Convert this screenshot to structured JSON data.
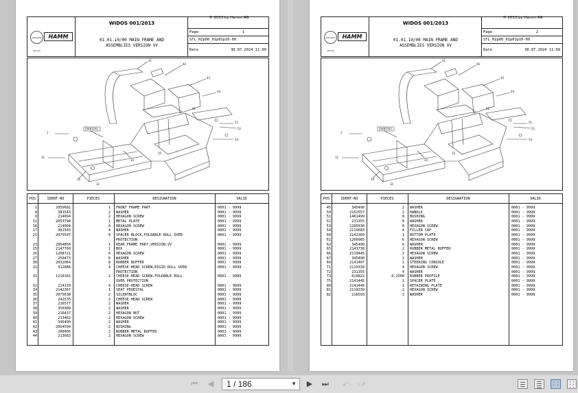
{
  "header": {
    "system": "WIDOS 001/2013",
    "copyright": "© 2013 by Hamm AG",
    "title_line1": "01.01.10/00 MAIN FRAME AND",
    "title_line2": "ASSEMBLIES  VERSION VV",
    "page_label": "Page",
    "doc_code": "STL_H2p00_01p01p10-00",
    "date_label": "Date",
    "date_value": "30.07.2024   11:09",
    "brand": "HAMM",
    "sub_brand": "WIRTGEN GROUP"
  },
  "figure": {
    "ref_box": "[SKB100]"
  },
  "table_headers": {
    "pos": "POS",
    "ident": "IDENT-NO",
    "pieces": "PIECES",
    "designation": "DESIGNATION",
    "valid": "VALID"
  },
  "pages": [
    {
      "page_no": "1",
      "rows": [
        [
          "2",
          "2059681",
          "1",
          "FRONT FRAME PART",
          "0001 - 9999"
        ],
        [
          "8",
          "381543",
          "2",
          "WASHER",
          "0001 - 9999"
        ],
        [
          "9",
          "214094",
          "2",
          "HEXAGON SCREW",
          "0001 - 9999"
        ],
        [
          "11",
          "2053794",
          "1",
          "METAL PLATE",
          "0001 - 9999"
        ],
        [
          "16",
          "214094",
          "4",
          "HEXAGON SCREW",
          "0001 - 9999"
        ],
        [
          "17",
          "381543",
          "4",
          "WASHER",
          "0001 - 9999"
        ],
        [
          "21",
          "2075597",
          "4",
          "SPACER BLOCK,FOLDABLE ROLL OVER",
          "0001 - 9999"
        ],
        [
          "",
          "",
          "",
          "PROTECTION",
          ""
        ],
        [
          "23",
          "2064856",
          "1",
          "REAR FRAME PART,VERSION,VV",
          "0001 - 9999"
        ],
        [
          "25",
          "2147760",
          "1",
          "BOX",
          "0001 - 9999"
        ],
        [
          "26",
          "1208721",
          "6",
          "HEXAGON SCREW",
          "0001 - 9999"
        ],
        [
          "27",
          "250473",
          "6",
          "WASHER",
          "0001 - 9999"
        ],
        [
          "30",
          "2032064",
          "8",
          "RUBBER BUFFER",
          "0001 - 9999"
        ],
        [
          "31",
          "312886",
          "4",
          "CHEESE-HEAD SCREW,RIGID ROLL OVER",
          "0001 - 9999"
        ],
        [
          "",
          "",
          "",
          "PROTECTION",
          ""
        ],
        [
          "31",
          "1210181",
          "2",
          "CHEESE-HEAD SCREW,FOLDABLE ROLL",
          "0001 - 9999"
        ],
        [
          "",
          "",
          "",
          "OVER PROTECTION",
          ""
        ],
        [
          "32",
          "214139",
          "4",
          "CHEESE-HEAD SCREW",
          "0001 - 9999"
        ],
        [
          "34",
          "2142367",
          "1",
          "SEAT PEDESTAL",
          "0001 - 9999"
        ],
        [
          "35",
          "2075638",
          "2",
          "SILENTBLOC",
          "0001 - 9999"
        ],
        [
          "36",
          "242535",
          "2",
          "CHEESE-HEAD SCREW",
          "0001 - 9999"
        ],
        [
          "37",
          "216577",
          "2",
          "WASHER",
          "0001 - 9999"
        ],
        [
          "38",
          "350389",
          "2",
          "WASHER",
          "0001 - 9999"
        ],
        [
          "39",
          "216437",
          "2",
          "HEXAGON NUT",
          "0001 - 9999"
        ],
        [
          "40",
          "213462",
          "2",
          "HEXAGON SCREW",
          "0001 - 9999"
        ],
        [
          "41",
          "345490",
          "2",
          "WASHER",
          "0001 - 9999"
        ],
        [
          "42",
          "2064594",
          "2",
          "BUSHING",
          "0001 - 9999"
        ],
        [
          "43",
          "200956",
          "2",
          "RUBBER METAL BUFFER",
          "0001 - 9999"
        ],
        [
          "44",
          "213683",
          "2",
          "HEXAGON SCREW",
          "0001 - 9999"
        ]
      ]
    },
    {
      "page_no": "2",
      "rows": [
        [
          "45",
          "345490",
          "2",
          "WASHER",
          "0001 - 9999"
        ],
        [
          "50",
          "2152557",
          "2",
          "HANDLE",
          "0001 - 9999"
        ],
        [
          "51",
          "1461499",
          "8",
          "BUSHING",
          "0001 - 9999"
        ],
        [
          "52",
          "231355",
          "8",
          "WASHER",
          "0001 - 9999"
        ],
        [
          "53",
          "1209930",
          "8",
          "HEXAGON SCREW",
          "0001 - 9999"
        ],
        [
          "54",
          "2119683",
          "4",
          "FILLER CAP",
          "0001 - 9999"
        ],
        [
          "60",
          "2142360",
          "1",
          "BOTTOM PLATE",
          "0001 - 9999"
        ],
        [
          "61",
          "1209965",
          "6",
          "HEXAGON SCREW",
          "0001 - 9999"
        ],
        [
          "62",
          "345490",
          "6",
          "WASHER",
          "0001 - 9999"
        ],
        [
          "65",
          "2143738",
          "2",
          "RUBBER METAL BUFFER",
          "0001 - 9999"
        ],
        [
          "66",
          "2119445",
          "2",
          "HEXAGON SCREW",
          "0001 - 9999"
        ],
        [
          "67",
          "345490",
          "2",
          "WASHER",
          "0001 - 9999"
        ],
        [
          "69",
          "2141407",
          "1",
          "STEERING CONSOLE",
          "0001 - 9999"
        ],
        [
          "71",
          "2119339",
          "4",
          "HEXAGON SCREW",
          "0001 - 9999"
        ],
        [
          "72",
          "231355",
          "4",
          "WASHER",
          "0001 - 9999"
        ],
        [
          "73",
          "614822",
          "0,2500",
          "RUBBER PROFILE",
          "0001 - 9999"
        ],
        [
          "75",
          "2141445",
          "1",
          "SPACER PLATE",
          "0001 - 9999"
        ],
        [
          "80",
          "2141446",
          "1",
          "RETAINING PLATE",
          "0001 - 9999"
        ],
        [
          "81",
          "2119339",
          "2",
          "HEXAGON SCREW",
          "0001 - 9999"
        ],
        [
          "82",
          "216593",
          "2",
          "WASHER",
          "0001 - 9999"
        ]
      ]
    }
  ],
  "toolbar": {
    "page_indicator": "1 / 186"
  }
}
